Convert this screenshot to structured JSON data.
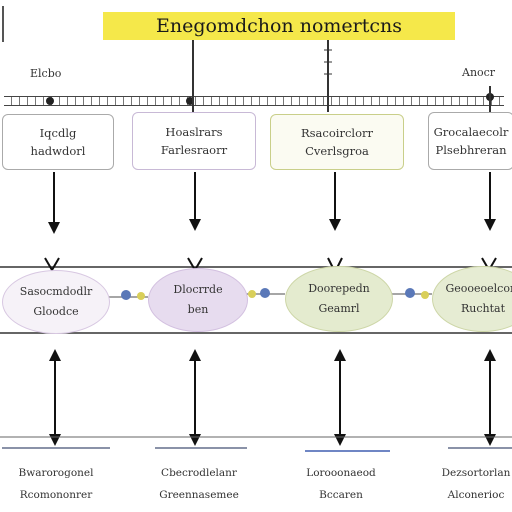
{
  "title": "Enegomdchon nomertcns",
  "top_labels": {
    "left": "Elcbo",
    "right": "Anocr"
  },
  "boxes": [
    {
      "line1": "Iqcdlg",
      "line2": "hadwdorl"
    },
    {
      "line1": "Hoaslrars",
      "line2": "Farlesraorr"
    },
    {
      "line1": "Rsacoirclorr",
      "line2": "Cverlsgroa"
    },
    {
      "line1": "Grocalaecolr",
      "line2": "Plsebhreran"
    }
  ],
  "nodes": [
    {
      "line1": "Sasocmdodlr",
      "line2": "Gloodce"
    },
    {
      "line1": "Dlocrrde",
      "line2": "ben"
    },
    {
      "line1": "Doorepedn",
      "line2": "Geamrl"
    },
    {
      "line1": "Geooeoelcorr",
      "line2": "Ruchtat"
    }
  ],
  "bottom_labels": [
    {
      "line1": "Bwarorogonel",
      "line2": "Rcomononrer"
    },
    {
      "line1": "Cbecrodlelanr",
      "line2": "Greennasemee"
    },
    {
      "line1": "Lorooonaeod",
      "line2": "Bccaren"
    },
    {
      "line1": "Dezsortorlan",
      "line2": "Alconerioc"
    }
  ],
  "colors": {
    "title_bg": "#f5e84a",
    "node_pink": "#f4f0f6",
    "node_lavender": "#e8ddef",
    "node_green": "#e6ecd3",
    "connector_blue": "#5a78b8",
    "connector_yellow": "#d9cf5a"
  }
}
